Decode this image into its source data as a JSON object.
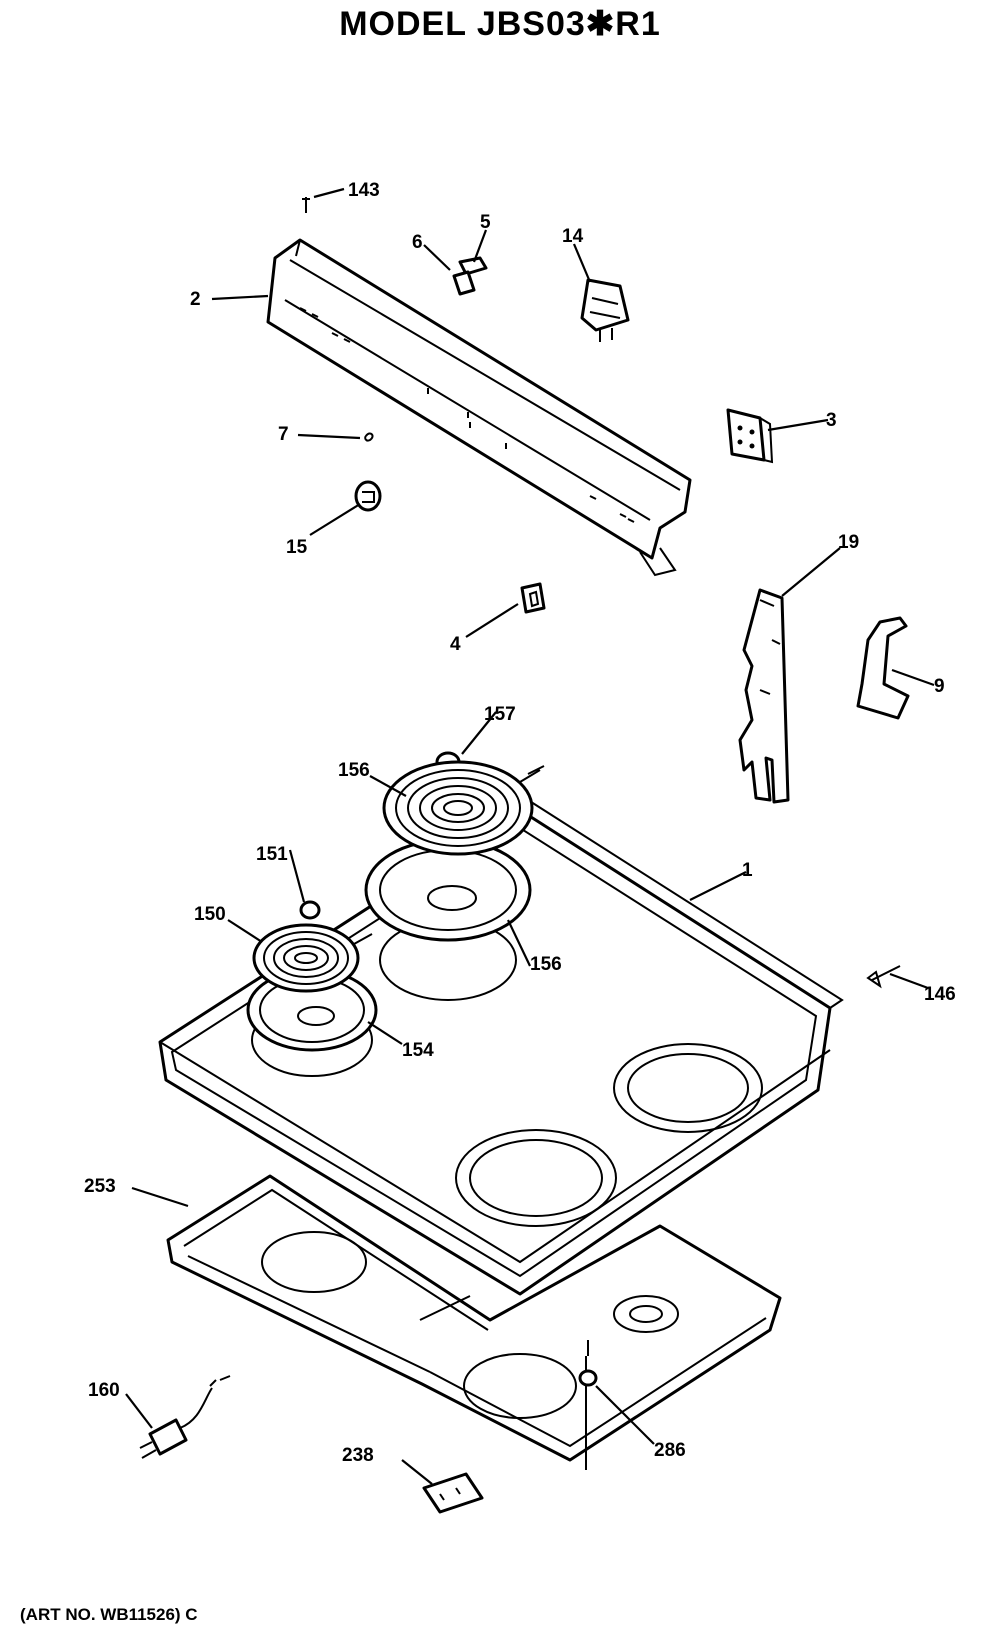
{
  "title": "MODEL JBS03✱R1",
  "art_no": "(ART NO. WB11526) C",
  "callouts": {
    "c143": "143",
    "c2": "2",
    "c6": "6",
    "c5": "5",
    "c14": "14",
    "c3": "3",
    "c7": "7",
    "c15": "15",
    "c19": "19",
    "c4": "4",
    "c9": "9",
    "c157": "157",
    "c156a": "156",
    "c151": "151",
    "c1": "1",
    "c150": "150",
    "c156b": "156",
    "c146": "146",
    "c154": "154",
    "c253": "253",
    "c160": "160",
    "c238": "238",
    "c286": "286"
  }
}
